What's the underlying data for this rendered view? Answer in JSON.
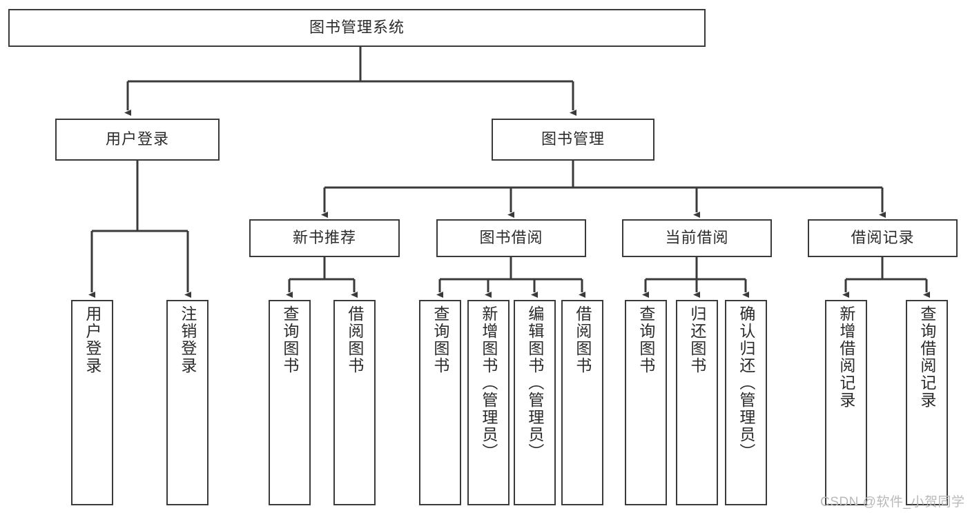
{
  "diagram": {
    "kind": "hierarchy-tree",
    "title_node": {
      "id": "root",
      "label": "图书管理系统"
    },
    "level2": [
      {
        "id": "user-login",
        "label": "用户登录"
      },
      {
        "id": "book-manage",
        "label": "图书管理"
      }
    ],
    "level3": [
      {
        "id": "new-book-rec",
        "label": "新书推荐",
        "parent": "book-manage"
      },
      {
        "id": "book-borrow",
        "label": "图书借阅",
        "parent": "book-manage"
      },
      {
        "id": "current-borrow",
        "label": "当前借阅",
        "parent": "book-manage"
      },
      {
        "id": "borrow-record",
        "label": "借阅记录",
        "parent": "book-manage"
      }
    ],
    "leaves": [
      {
        "id": "leaf-user-login",
        "label": "用户登录",
        "parent": "user-login"
      },
      {
        "id": "leaf-logout",
        "label": "注销登录",
        "parent": "user-login"
      },
      {
        "id": "leaf-query-book-1",
        "label": "查询图书",
        "parent": "new-book-rec"
      },
      {
        "id": "leaf-borrow-book-1",
        "label": "借阅图书",
        "parent": "new-book-rec"
      },
      {
        "id": "leaf-query-book-2",
        "label": "查询图书",
        "parent": "book-borrow"
      },
      {
        "id": "leaf-add-book",
        "label": "新增图书（管理员）",
        "parent": "book-borrow"
      },
      {
        "id": "leaf-edit-book",
        "label": "编辑图书（管理员）",
        "parent": "book-borrow"
      },
      {
        "id": "leaf-borrow-book-2",
        "label": "借阅图书",
        "parent": "book-borrow"
      },
      {
        "id": "leaf-query-book-3",
        "label": "查询图书",
        "parent": "current-borrow"
      },
      {
        "id": "leaf-return-book",
        "label": "归还图书",
        "parent": "current-borrow"
      },
      {
        "id": "leaf-confirm-return",
        "label": "确认归还（管理员）",
        "parent": "current-borrow"
      },
      {
        "id": "leaf-add-record",
        "label": "新增借阅记录",
        "parent": "borrow-record"
      },
      {
        "id": "leaf-query-record",
        "label": "查询借阅记录",
        "parent": "borrow-record"
      }
    ],
    "watermark": "CSDN @软件_小贺同学",
    "colors": {
      "line": "#3a3a3a",
      "box_border": "#3a3a3a",
      "box_fill": "#ffffff",
      "text": "#2b2b2b",
      "background": "#ffffff",
      "watermark": "#b9b9b9"
    }
  }
}
